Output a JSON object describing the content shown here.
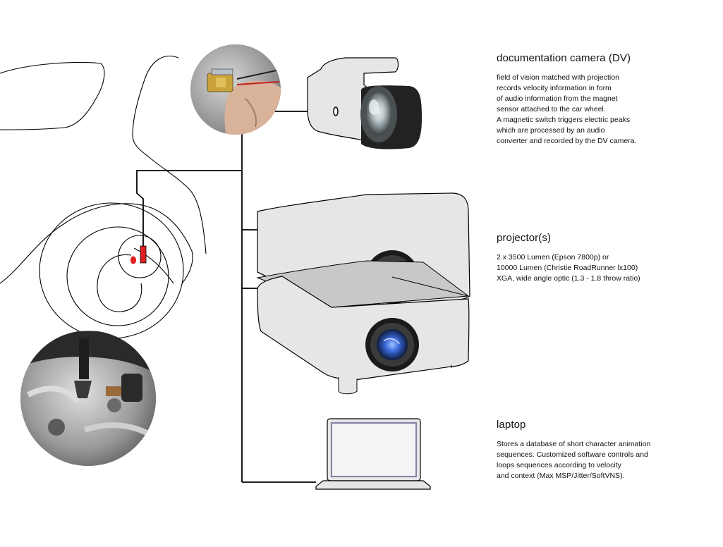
{
  "colors": {
    "line": "#000000",
    "device_fill": "#e6e6e6",
    "sensor_red": "#e02020",
    "lens_glass": "#3a66d8",
    "photo_gray": "#8a8a8a",
    "laptop_screen": "#5c5f8c"
  },
  "camera": {
    "title": "documentation camera (DV)",
    "lines": [
      "field of vision matched with projection",
      "records velocity information in form",
      "of audio information from the magnet",
      "sensor attached to the car wheel.",
      "A magnetic switch triggers electric peaks",
      "which are processed by an audio",
      "converter and recorded by the DV camera."
    ]
  },
  "projector": {
    "title": "projector(s)",
    "lines": [
      "2 x 3500 Lumen (Epson 7800p) or",
      "10000 Lumen (Christie RoadRunner lx100)",
      "XGA, wide angle optic (1.3 - 1.8 throw ratio)"
    ]
  },
  "laptop": {
    "title": "laptop",
    "lines": [
      "Stores a database of short character animation",
      "sequences. Customized software controls and",
      "loops sequences according to velocity",
      "and context (Max MSP/Jitter/SoftVNS)."
    ]
  }
}
